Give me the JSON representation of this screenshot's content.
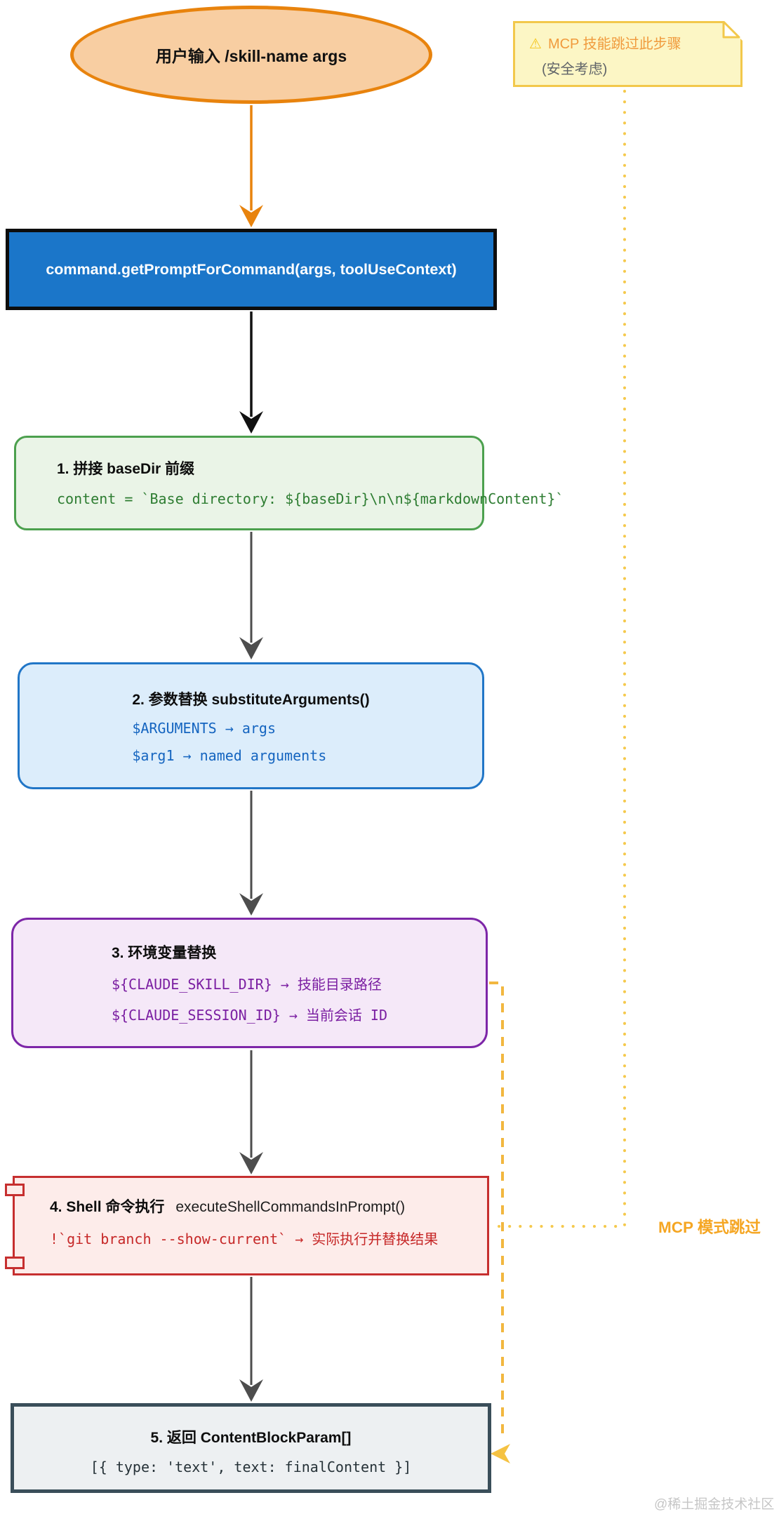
{
  "diagram": {
    "start": {
      "label": "用户输入 /skill-name args"
    },
    "entry": {
      "label": "command.getPromptForCommand(args, toolUseContext)"
    },
    "step1": {
      "title": "1. 拼接 baseDir 前缀",
      "code": "content = `Base directory: ${baseDir}\\n\\n${markdownContent}`"
    },
    "step2": {
      "title": "2. 参数替换 substituteArguments()",
      "code_lines": [
        "$ARGUMENTS → args",
        "$arg1 → named arguments"
      ]
    },
    "step3": {
      "title": "3. 环境变量替换",
      "code_lines": [
        "${CLAUDE_SKILL_DIR} → 技能目录路径",
        "${CLAUDE_SESSION_ID} → 当前会话 ID"
      ]
    },
    "step4": {
      "title_bold": "4. Shell 命令执行",
      "title_rest": "executeShellCommandsInPrompt()",
      "code": "!`git branch --show-current` → 实际执行并替换结果"
    },
    "step5": {
      "title": "5. 返回 ContentBlockParam[]",
      "code": "[{ type: 'text', text: finalContent }]"
    },
    "note": {
      "icon": "⚠",
      "line1": "MCP 技能跳过此步骤",
      "line2": "(安全考虑)"
    },
    "edge_label": "MCP 模式跳过",
    "watermark": "@稀土掘金技术社区"
  },
  "colors": {
    "start_border": "#E8830D",
    "start_fill": "#F8CEA2",
    "entry_fill": "#1B76C9",
    "entry_border": "#0D0D0D",
    "step1_border": "#4CA04E",
    "step1_fill": "#EAF4E7",
    "step1_code": "#2E7D32",
    "step2_border": "#2176C7",
    "step2_fill": "#DCEDFB",
    "step2_code": "#1565C0",
    "step3_border": "#7D26A8",
    "step3_fill": "#F5E8F8",
    "step3_code": "#7B1FA2",
    "step4_border": "#C62F2F",
    "step4_fill": "#FDECEA",
    "step4_code": "#C62828",
    "step5_border": "#3A4E5A",
    "step5_fill": "#EDF0F2",
    "note_fill": "#FCF6C5",
    "note_border": "#F2C84B",
    "note_text": "#F09A3C",
    "skip_line": "#F5C242",
    "skip_label": "#F5A623",
    "arrow_orange": "#E8830D",
    "arrow_black": "#111111",
    "arrow_gray": "#4D4D4D"
  }
}
